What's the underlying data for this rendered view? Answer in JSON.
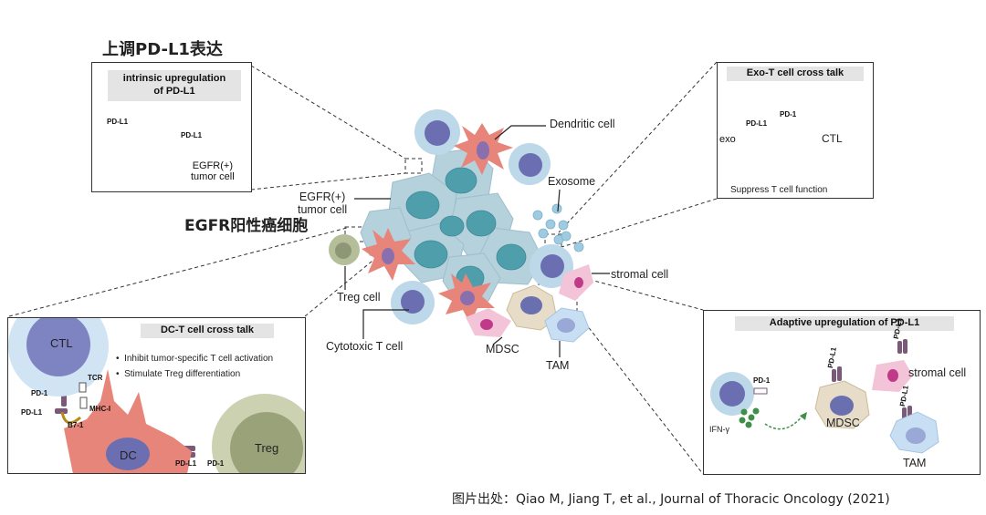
{
  "heading_cn": "上调PD-L1表达",
  "egfr_cn_label": "EGFR阳性癌细胞",
  "intrinsic_panel": {
    "title_line1": "intrinsic upregulation",
    "title_line2": "of PD-L1",
    "pdl1_label_a": "PD-L1",
    "pdl1_label_b": "PD-L1",
    "cell_label_line1": "EGFR(+)",
    "cell_label_line2": "tumor cell"
  },
  "exo_panel": {
    "title": "Exo-T cell cross talk",
    "exo_label": "exo",
    "ctl_label": "CTL",
    "pdl1_label": "PD-L1",
    "pd1_label": "PD-1",
    "caption": "Suppress T cell function"
  },
  "dc_panel": {
    "title": "DC-T  cell cross talk",
    "ctl_label": "CTL",
    "bullets": [
      "Inhibit tumor-specific T cell activation",
      "Stimulate Treg differentiation"
    ],
    "tcr_label": "TCR",
    "mhc_label": "MHC-I",
    "pd1_label": "PD-1",
    "pdl1_label": "PD-L1",
    "b71_label": "B7-1",
    "dc_label": "DC",
    "pdl1_label_2": "PD-L1",
    "pd1_label_2": "PD-1",
    "treg_label": "Treg"
  },
  "adaptive_panel": {
    "title": "Adaptive upregulation of PD-L1",
    "pd1_label": "PD-1",
    "ifn_label": "IFN-γ",
    "pdl1_label_a": "PD-L1",
    "pdl1_label_b": "PD-L1",
    "pdl1_label_c": "PD-L1",
    "mdsc_label": "MDSC",
    "stromal_label": "stromal cell",
    "tam_label": "TAM"
  },
  "center": {
    "dendritic_label": "Dendritic cell",
    "tumor_label_line1": "EGFR(+)",
    "tumor_label_line2": "tumor cell",
    "exosome_label": "Exosome",
    "stromal_label": "stromal cell",
    "treg_label": "Treg cell",
    "cytotoxic_label": "Cytotoxic T cell",
    "mdsc_label": "MDSC",
    "tam_label": "TAM"
  },
  "source": "图片出处：Qiao M, Jiang T, et al., Journal of Thoracic Oncology (2021)"
}
